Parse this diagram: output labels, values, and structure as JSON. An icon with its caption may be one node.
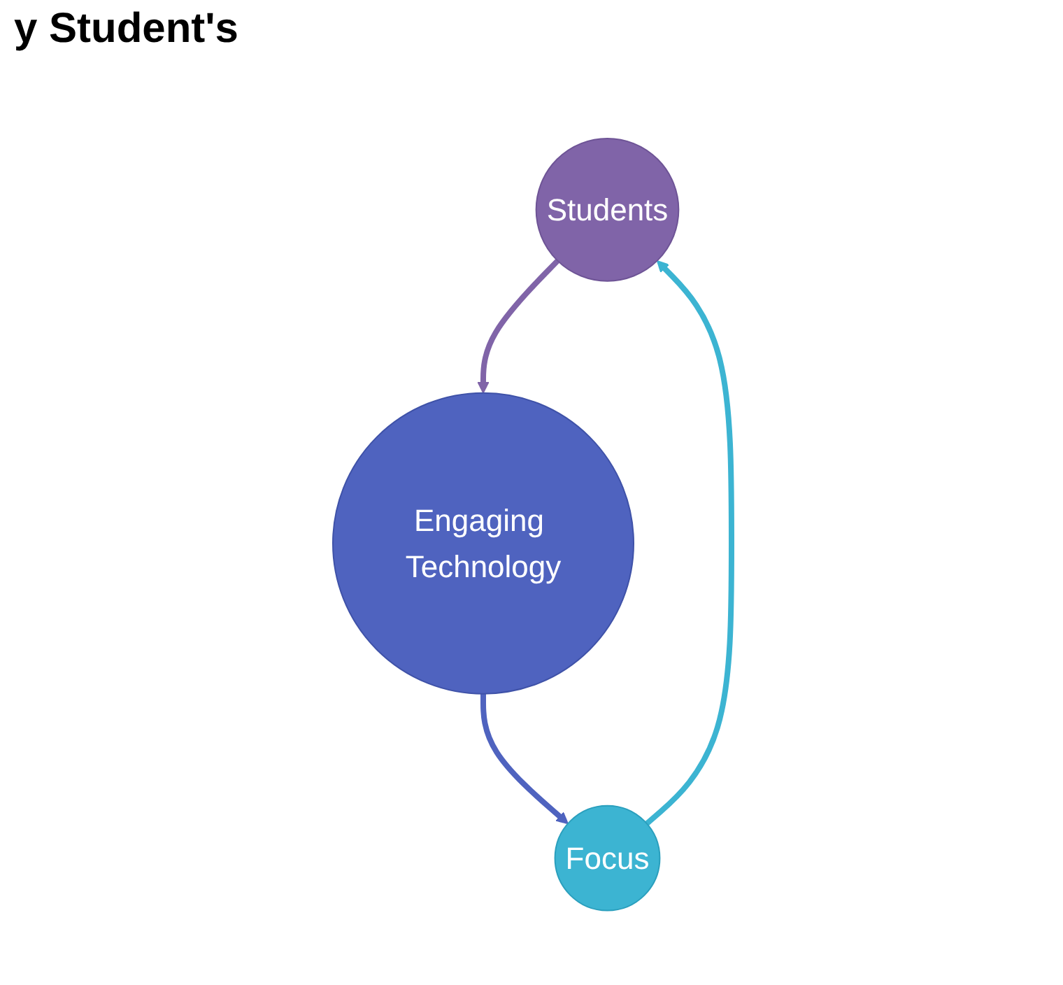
{
  "diagram": {
    "title": "y Student's",
    "nodes": [
      {
        "text": [
          "Students"
        ]
      },
      {
        "text": [
          "Engaging Technology"
        ]
      },
      {
        "text": [
          "Focus"
        ]
      }
    ],
    "edges": [
      {
        "from": 0,
        "to": 1,
        "arrow": "to",
        "color": "#8064a8"
      },
      {
        "from": 1,
        "to": 2,
        "arrow": "to",
        "color": "#4f63bf"
      },
      {
        "from": 2,
        "to": 0,
        "arrow": "to",
        "color": "#3cb4d2"
      }
    ]
  }
}
